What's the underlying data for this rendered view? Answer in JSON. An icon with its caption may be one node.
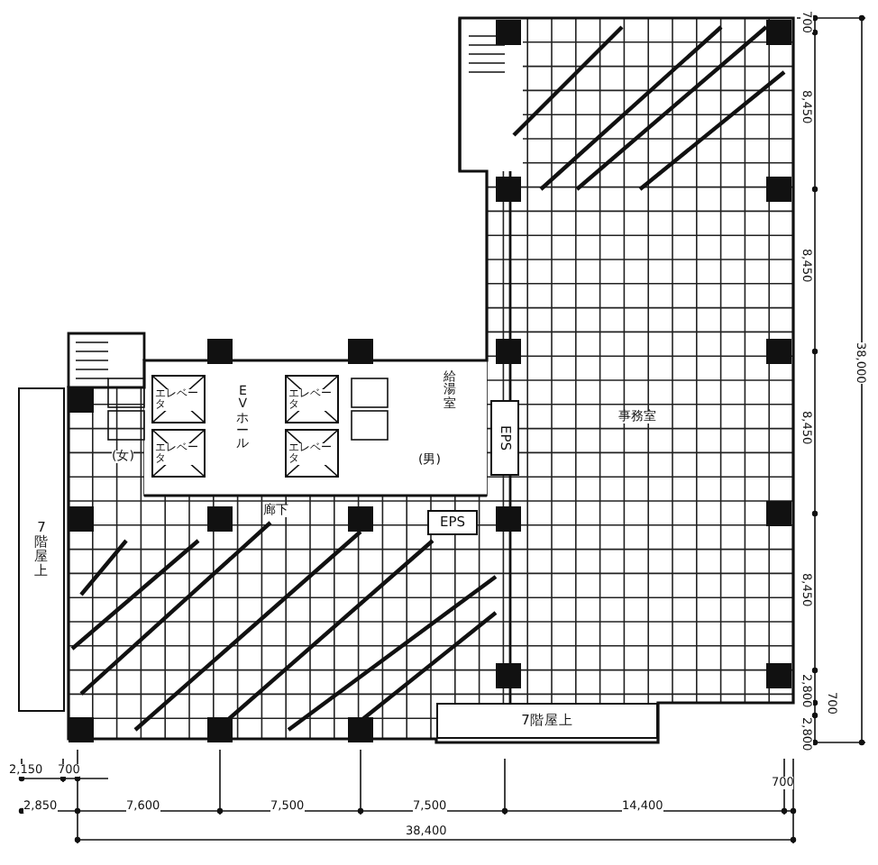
{
  "diagram": {
    "nodes": [
      {
        "text": [
          "エレベータ"
        ]
      },
      {
        "text": [
          "エレベータ"
        ]
      },
      {
        "text": [
          "エレベータ"
        ]
      },
      {
        "text": [
          "エレベータ"
        ]
      },
      {
        "text": [
          "EPS"
        ]
      },
      {
        "text": [
          "EPS"
        ]
      },
      {
        "text": [
          "7階屋上"
        ]
      },
      {
        "text": [
          "7階屋上"
        ]
      }
    ],
    "edges": [],
    "labels": [
      "事務室",
      "給湯室",
      "EVホール",
      "(女)",
      "(男)",
      "廊下",
      "700",
      "8,450",
      "8,450",
      "8,450",
      "8,450",
      "2,800",
      "700",
      "2,800",
      "38,000",
      "2,150",
      "700",
      "2,850",
      "7,600",
      "7,500",
      "7,500",
      "14,400",
      "700",
      "38,400"
    ]
  }
}
